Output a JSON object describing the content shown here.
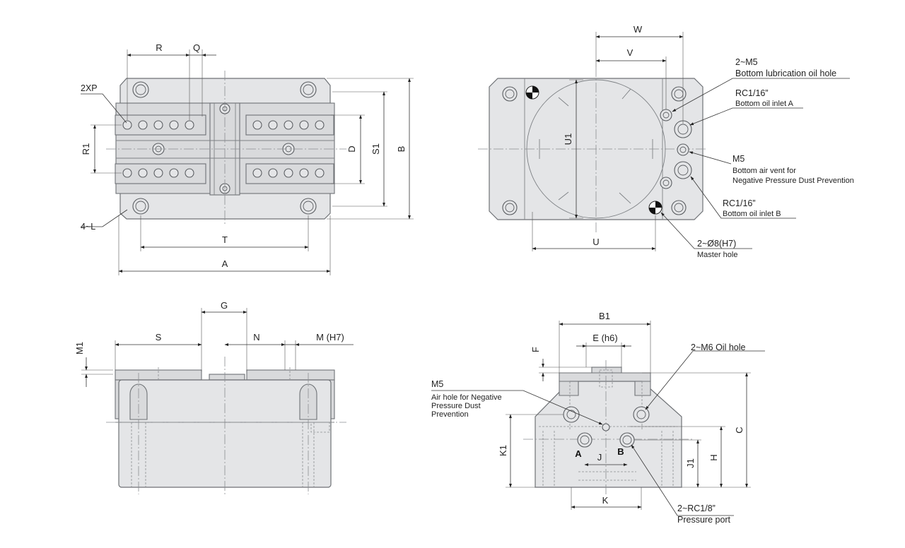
{
  "dimensions": {
    "top_view": {
      "R": "R",
      "Q": "Q",
      "R1": "R1",
      "D": "D",
      "S1": "S1",
      "B": "B",
      "T": "T",
      "A": "A"
    },
    "bottom_view": {
      "W": "W",
      "V": "V",
      "U1": "U1",
      "U": "U"
    },
    "side_view": {
      "G": "G",
      "S": "S",
      "N": "N",
      "M": "M (H7)",
      "M1": "M1"
    },
    "end_view": {
      "B1": "B1",
      "E": "E (h6)",
      "F": "F",
      "K1": "K1",
      "J": "J",
      "J1": "J1",
      "H": "H",
      "C": "C",
      "K": "K"
    }
  },
  "callouts": {
    "xp": "2XP",
    "l": "4~L",
    "lube_hole": {
      "code": "2~M5",
      "desc": "Bottom lubrication oil hole"
    },
    "oil_inlet_a": {
      "code": "RC1/16”",
      "desc": "Bottom oil inlet A"
    },
    "air_vent": {
      "code": "M5",
      "desc1": "Bottom air vent for",
      "desc2": "Negative Pressure Dust Prevention"
    },
    "oil_inlet_b": {
      "code": "RC1/16”",
      "desc": "Bottom oil inlet B"
    },
    "master_hole": {
      "code": "2~Ø8(H7)",
      "desc": "Master hole"
    },
    "oil_hole": "2~M6 Oil hole",
    "air_hole": {
      "code": "M5",
      "line1": "Air hole for Negative",
      "line2": "Pressure Dust",
      "line3": "Prevention"
    },
    "pressure_port": {
      "code": "2~RC1/8”",
      "desc": "Pressure port"
    }
  },
  "ports": {
    "a": "A",
    "b": "B"
  }
}
